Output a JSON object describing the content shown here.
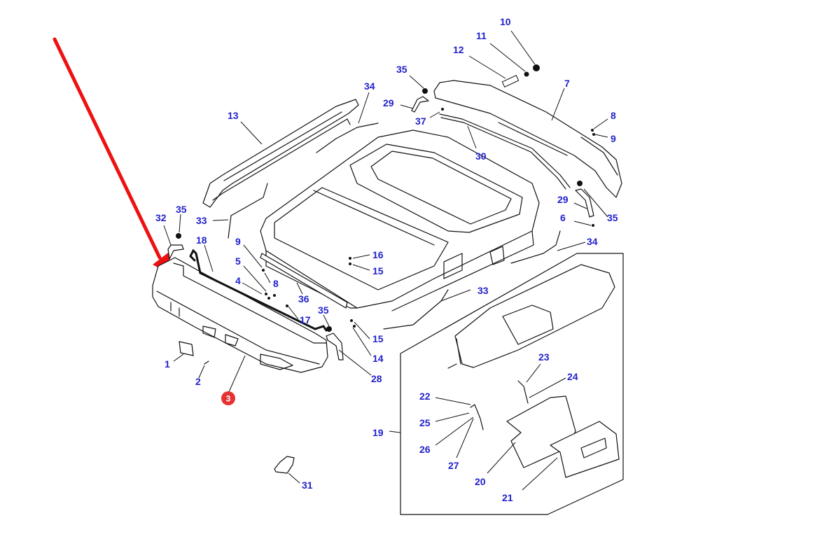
{
  "diagram": {
    "type": "exploded-parts-diagram",
    "subject": "cab roof / canopy assembly",
    "label_color": "#2222cc",
    "arrow_color": "#ee1111",
    "highlight": {
      "label": "3",
      "color": "#e53232",
      "text_color": "#ffffff"
    },
    "labels": [
      {
        "id": "l10",
        "text": "10"
      },
      {
        "id": "l11",
        "text": "11"
      },
      {
        "id": "l12",
        "text": "12"
      },
      {
        "id": "l35a",
        "text": "35"
      },
      {
        "id": "l34a",
        "text": "34"
      },
      {
        "id": "l7",
        "text": "7"
      },
      {
        "id": "l29a",
        "text": "29"
      },
      {
        "id": "l37",
        "text": "37"
      },
      {
        "id": "l8a",
        "text": "8"
      },
      {
        "id": "l9a",
        "text": "9"
      },
      {
        "id": "l13",
        "text": "13"
      },
      {
        "id": "l30",
        "text": "30"
      },
      {
        "id": "l29b",
        "text": "29"
      },
      {
        "id": "l35b",
        "text": "35"
      },
      {
        "id": "l32",
        "text": "32"
      },
      {
        "id": "l35c",
        "text": "35"
      },
      {
        "id": "l33a",
        "text": "33"
      },
      {
        "id": "l6",
        "text": "6"
      },
      {
        "id": "l18",
        "text": "18"
      },
      {
        "id": "l9b",
        "text": "9"
      },
      {
        "id": "l34b",
        "text": "34"
      },
      {
        "id": "l16",
        "text": "16"
      },
      {
        "id": "l5",
        "text": "5"
      },
      {
        "id": "l15a",
        "text": "15"
      },
      {
        "id": "l8b",
        "text": "8"
      },
      {
        "id": "l4",
        "text": "4"
      },
      {
        "id": "l36",
        "text": "36"
      },
      {
        "id": "l33b",
        "text": "33"
      },
      {
        "id": "l35d",
        "text": "35"
      },
      {
        "id": "l17",
        "text": "17"
      },
      {
        "id": "l15b",
        "text": "15"
      },
      {
        "id": "l14",
        "text": "14"
      },
      {
        "id": "l1",
        "text": "1"
      },
      {
        "id": "l28",
        "text": "28"
      },
      {
        "id": "l2",
        "text": "2"
      },
      {
        "id": "l23",
        "text": "23"
      },
      {
        "id": "l24",
        "text": "24"
      },
      {
        "id": "l22",
        "text": "22"
      },
      {
        "id": "l25",
        "text": "25"
      },
      {
        "id": "l19",
        "text": "19"
      },
      {
        "id": "l26",
        "text": "26"
      },
      {
        "id": "l27",
        "text": "27"
      },
      {
        "id": "l20",
        "text": "20"
      },
      {
        "id": "l31",
        "text": "31"
      },
      {
        "id": "l21",
        "text": "21"
      }
    ]
  }
}
